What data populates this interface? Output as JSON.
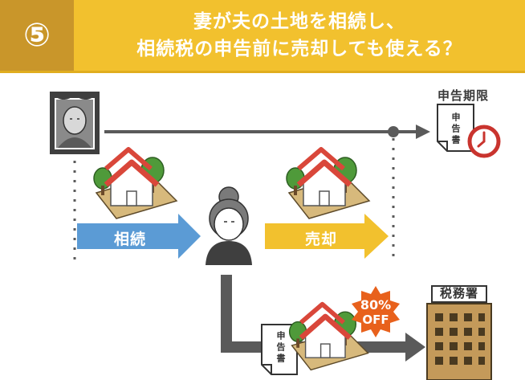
{
  "header": {
    "badge": "⑤",
    "title_line1": "妻が夫の土地を相続し、",
    "title_line2": "相続税の申告前に売却しても使える？"
  },
  "timeline": {
    "deadline_label": "申告期限"
  },
  "arrows": {
    "inherit": "相続",
    "sale": "売却"
  },
  "documents": {
    "declaration": "申告書"
  },
  "tax_office": {
    "label": "税務署"
  },
  "discount": {
    "line1": "80%",
    "line2": "OFF"
  },
  "icons": [
    "husband-portrait-icon",
    "house-land-icon",
    "wife-icon",
    "clock-icon",
    "document-icon",
    "building-icon",
    "starburst-badge-icon"
  ],
  "colors": {
    "header_yellow": "#f2c12e",
    "badge_gold": "#c9962a",
    "inherit_blue": "#5b9bd5",
    "sale_yellow": "#f2c12e",
    "gray_line": "#5a5a5a",
    "roof_red": "#d9473a",
    "burst_orange": "#e8611c",
    "building_brown": "#c49a5a"
  }
}
